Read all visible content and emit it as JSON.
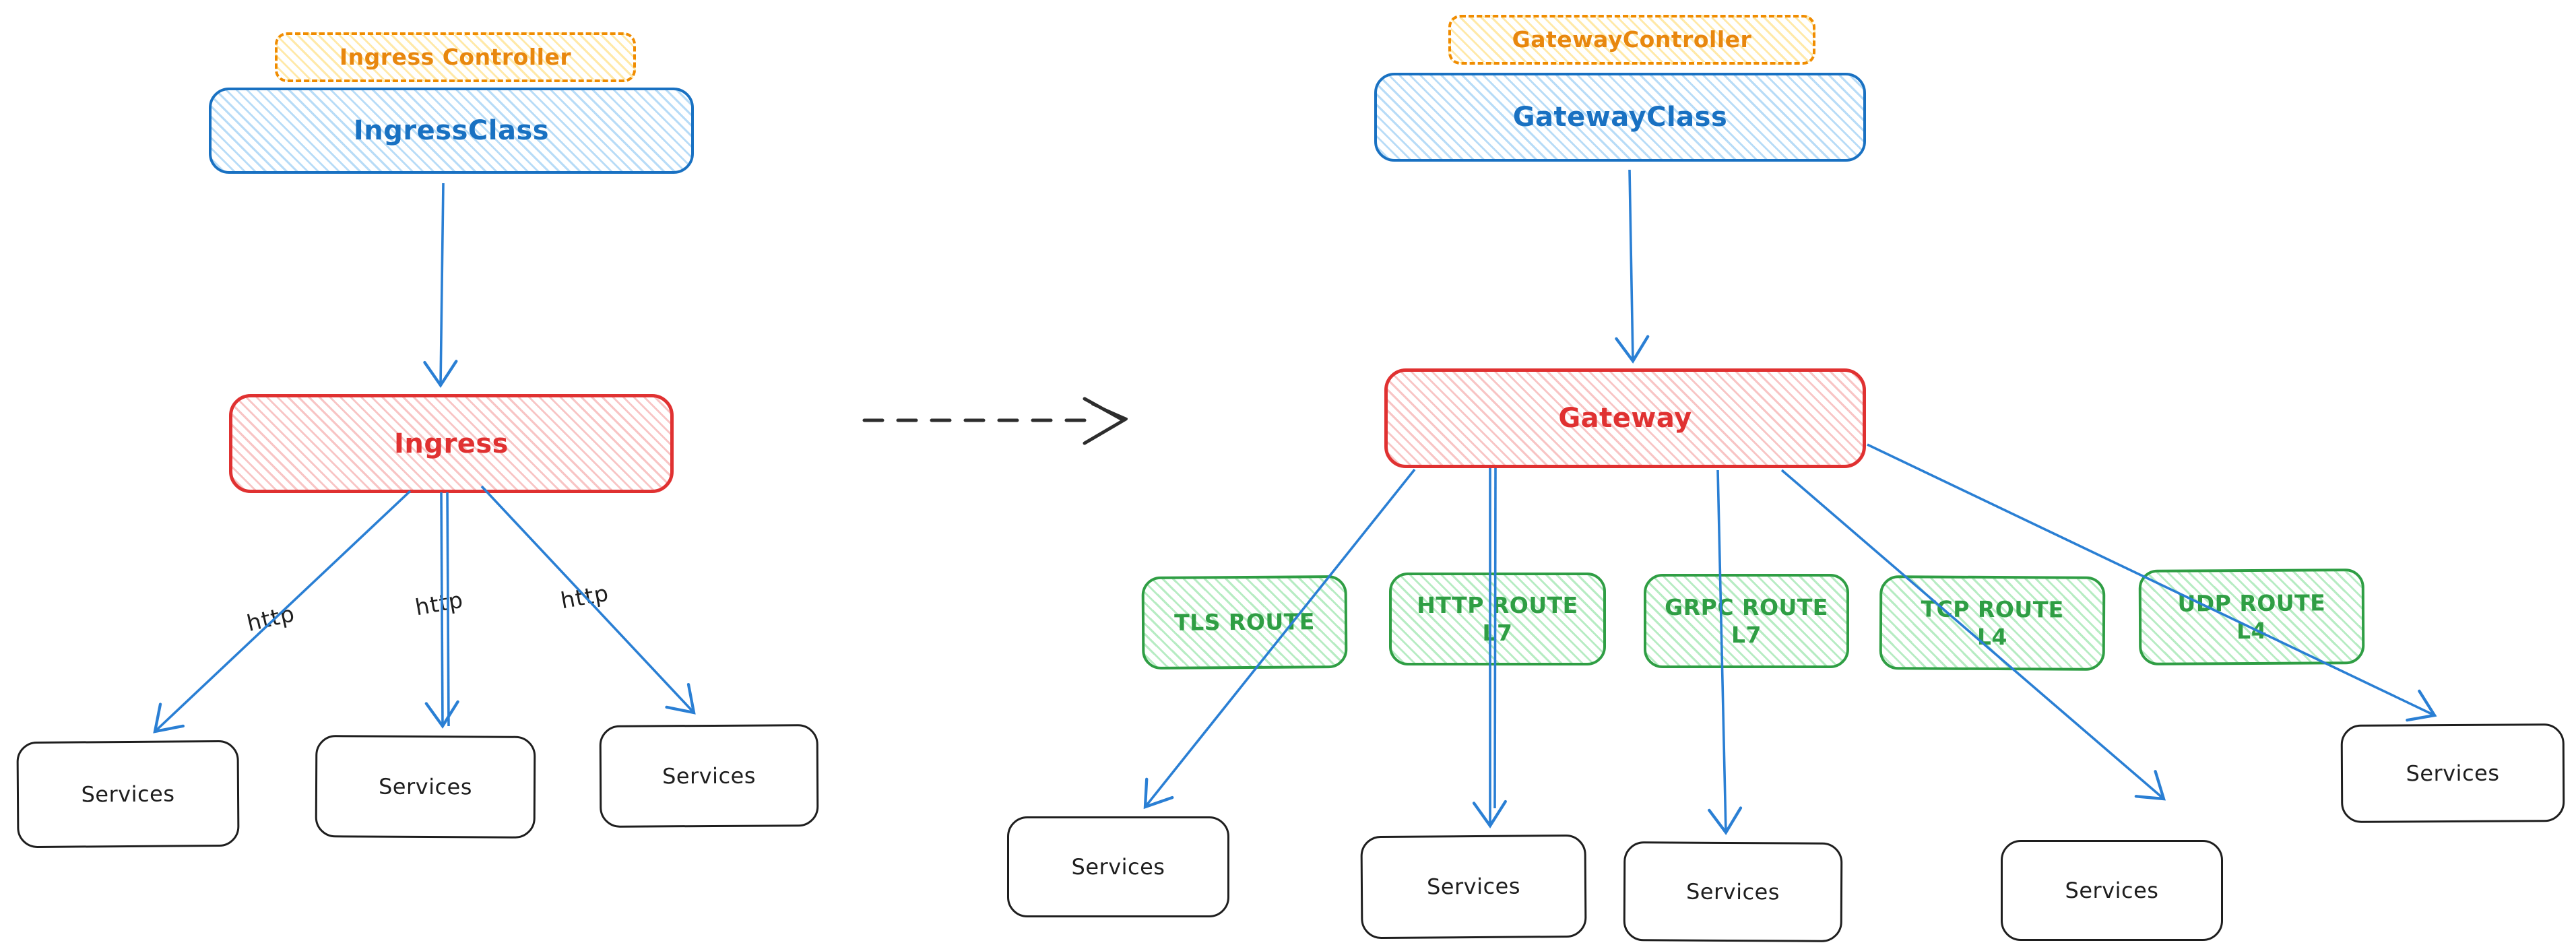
{
  "diagram": {
    "left": {
      "controller_label": "Ingress Controller",
      "class_label": "IngressClass",
      "resource_label": "Ingress",
      "edge_labels": [
        "http",
        "http",
        "http"
      ],
      "services": [
        "Services",
        "Services",
        "Services"
      ]
    },
    "right": {
      "controller_label": "GatewayController",
      "class_label": "GatewayClass",
      "resource_label": "Gateway",
      "routes": [
        {
          "title": "TLS ROUTE",
          "layer": ""
        },
        {
          "title": "HTTP ROUTE",
          "layer": "L7"
        },
        {
          "title": "GRPC ROUTE",
          "layer": "L7"
        },
        {
          "title": "TCP ROUTE",
          "layer": "L4"
        },
        {
          "title": "UDP ROUTE",
          "layer": "L4"
        }
      ],
      "services": [
        "Services",
        "Services",
        "Services",
        "Services",
        "Services"
      ]
    },
    "colors": {
      "orange_border": "#f08c00",
      "orange_text": "#e8870e",
      "yellow_hatch": "#ffe9a8",
      "blue": "#1971c2",
      "blue_hatch": "#b8dcf7",
      "red": "#e03131",
      "red_hatch": "#f8c5c5",
      "green": "#2f9e44",
      "green_hatch": "#b7ecc3",
      "black": "#1e1e1e",
      "arrow_blue": "#2a7fd4",
      "arrow_dark": "#2d2d2d"
    }
  }
}
